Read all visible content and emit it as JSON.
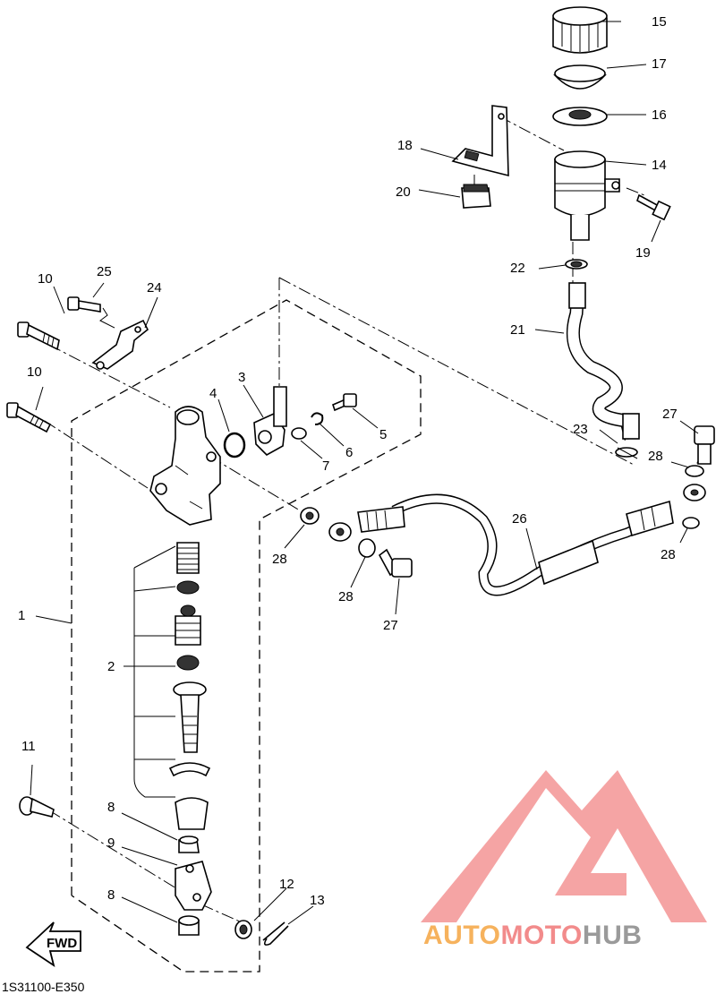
{
  "callouts": [
    "1",
    "2",
    "3",
    "4",
    "5",
    "6",
    "7",
    "8",
    "8",
    "9",
    "10",
    "10",
    "11",
    "12",
    "13",
    "14",
    "15",
    "16",
    "17",
    "18",
    "19",
    "20",
    "21",
    "22",
    "23",
    "24",
    "25",
    "26",
    "27",
    "27",
    "28",
    "28",
    "28",
    "28"
  ],
  "diagram_code": "1S31100-E350",
  "fwd_label": "FWD",
  "watermark": {
    "word1": "AUTO",
    "word2": "MOTO",
    "word3": "HUB",
    "colors": {
      "auto": "#f6b25d",
      "moto": "#f28b8b",
      "hub": "#9a9a9a",
      "logo": "#f28b8b"
    }
  }
}
